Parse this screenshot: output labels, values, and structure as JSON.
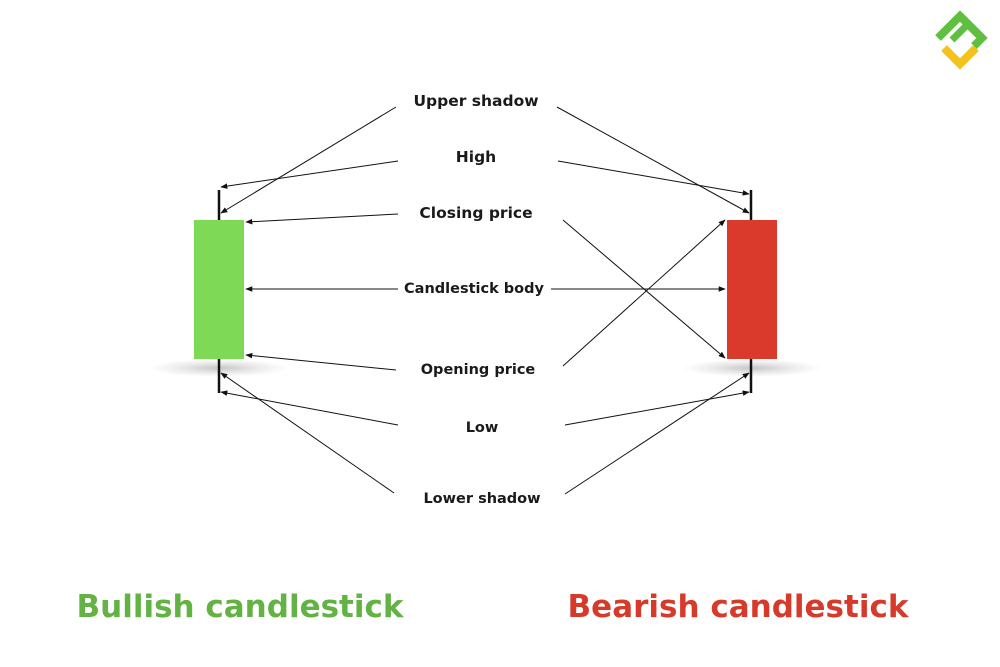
{
  "labels": {
    "upper_shadow": "Upper shadow",
    "high": "High",
    "closing_price": "Closing price",
    "candlestick_body": "Candlestick body",
    "opening_price": "Opening price",
    "low": "Low",
    "lower_shadow": "Lower shadow"
  },
  "titles": {
    "bullish": "Bullish candlestick",
    "bearish": "Bearish candlestick"
  },
  "colors": {
    "bullish": "#7ed957",
    "bearish": "#d93a2b",
    "bullish_text": "#62b244",
    "bearish_text": "#d63a2a",
    "logo_green": "#5fbf3f",
    "logo_yellow": "#f2c31c"
  },
  "logo": {
    "icon": "brand-logo-icon"
  }
}
